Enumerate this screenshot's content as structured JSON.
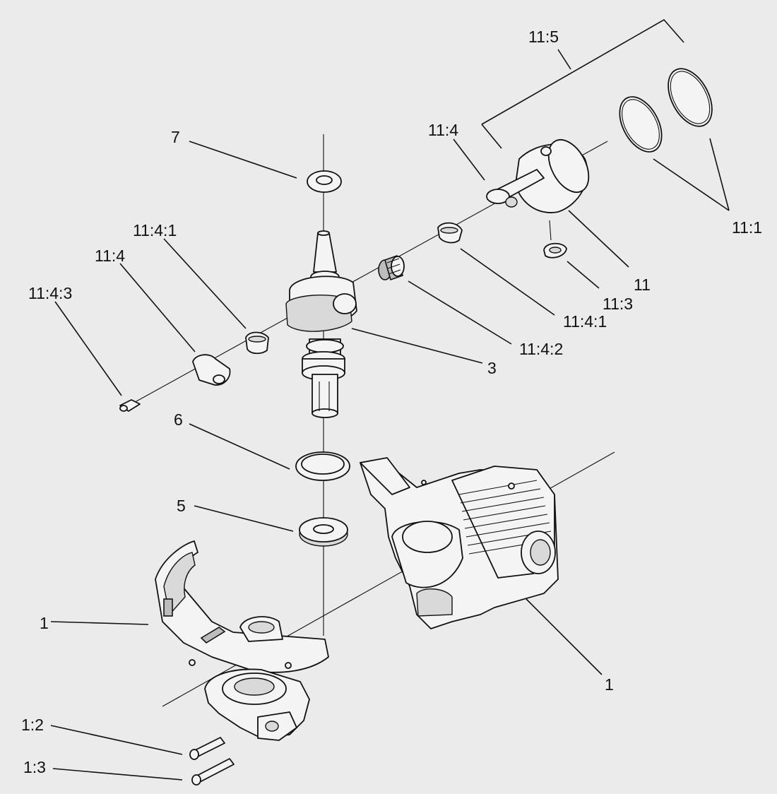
{
  "callouts": {
    "c_11_5": "11:5",
    "c_11_4_top": "11:4",
    "c_7": "7",
    "c_11_4_1_left": "11:4:1",
    "c_11_4_left": "11:4",
    "c_11_4_3": "11:4:3",
    "c_11_1": "11:1",
    "c_11": "11",
    "c_11_3": "11:3",
    "c_11_4_1_right": "11:4:1",
    "c_11_4_2": "11:4:2",
    "c_3": "3",
    "c_6": "6",
    "c_5": "5",
    "c_1_left": "1",
    "c_1_right": "1",
    "c_1_2": "1:2",
    "c_1_3": "1:3"
  }
}
